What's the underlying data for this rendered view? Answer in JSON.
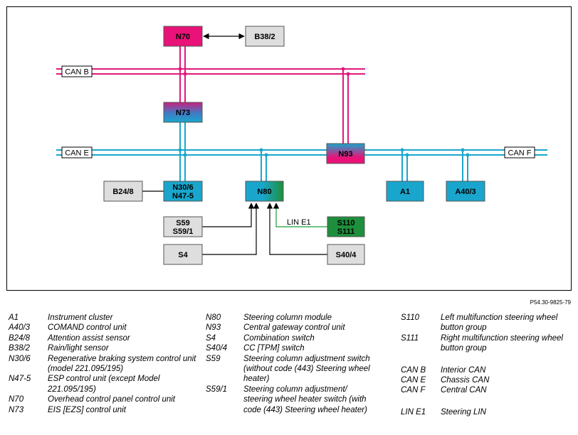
{
  "diagram": {
    "bus_labels": {
      "can_b": "CAN B",
      "can_e": "CAN E",
      "can_f": "CAN F",
      "lin_e1": "LIN E1"
    },
    "nodes": {
      "n70": "N70",
      "b38_2": "B38/2",
      "n73": "N73",
      "n93": "N93",
      "b24_8": "B24/8",
      "n30_6": "N30/6",
      "n47_5": "N47-5",
      "n80": "N80",
      "a1": "A1",
      "a40_3": "A40/3",
      "s59": "S59",
      "s59_1": "S59/1",
      "s4": "S4",
      "s110": "S110",
      "s111": "S111",
      "s40_4": "S40/4"
    },
    "colors": {
      "can_b": "#e0187a",
      "can_e": "#1aa6cc",
      "lin": "#1a9e3a",
      "node_blue": "#1aa6cc",
      "node_green": "#1e8f3c",
      "node_gray": "#dedede",
      "node_magenta": "#e81278",
      "n73_gradient": [
        "#c8207e",
        "#3e7cc4",
        "#1aa6cc"
      ],
      "n93_gradient": [
        "#1aa6cc",
        "#e81278"
      ],
      "n80_gradient": [
        "#1aa6cc",
        "#1e8f3c"
      ]
    }
  },
  "figure_ref": "P54.30-9825-79",
  "legend": {
    "col1": [
      {
        "code": "A1",
        "desc": "Instrument cluster"
      },
      {
        "code": "A40/3",
        "desc": "COMAND control unit"
      },
      {
        "code": "B24/8",
        "desc": "Attention assist sensor"
      },
      {
        "code": "B38/2",
        "desc": "Rain/light sensor"
      },
      {
        "code": "N30/6",
        "desc": "Regenerative braking system control unit (model 221.095/195)"
      },
      {
        "code": "N47-5",
        "desc": "ESP control unit (except Model 221.095/195)"
      },
      {
        "code": "N70",
        "desc": "Overhead control panel control unit"
      },
      {
        "code": "N73",
        "desc": "EIS [EZS] control unit"
      }
    ],
    "col2": [
      {
        "code": "N80",
        "desc": "Steering column module"
      },
      {
        "code": "N93",
        "desc": "Central gateway control unit"
      },
      {
        "code": "S4",
        "desc": "Combination switch"
      },
      {
        "code": "S40/4",
        "desc": "CC [TPM] switch"
      },
      {
        "code": "S59",
        "desc": "Steering column adjustment switch (without code (443) Steering wheel heater)"
      },
      {
        "code": "S59/1",
        "desc": "Steering column adjustment/ steering wheel heater switch (with code (443) Steering wheel heater)"
      }
    ],
    "col3": [
      {
        "code": "S110",
        "desc": "Left multifunction steering wheel button group"
      },
      {
        "code": "S111",
        "desc": "Right multifunction steering wheel button group"
      },
      {
        "code": "CAN B",
        "desc": "Interior CAN"
      },
      {
        "code": "CAN E",
        "desc": "Chassis CAN"
      },
      {
        "code": "CAN F",
        "desc": "Central CAN"
      },
      {
        "code": "LIN E1",
        "desc": "Steering LIN"
      }
    ]
  }
}
